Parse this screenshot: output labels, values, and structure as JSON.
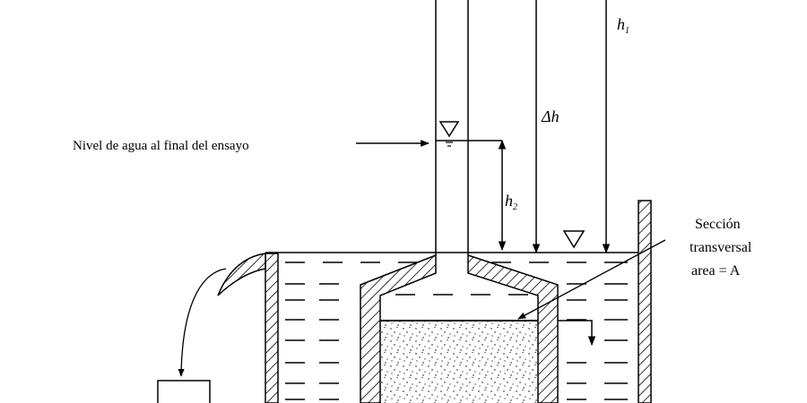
{
  "labels": {
    "water_level_final": "Nivel de agua al final del ensayo",
    "section_line1": "Sección",
    "section_line2": "transversal",
    "section_line3": "area = A",
    "delta_h": "Δh",
    "h1_base": "h",
    "h1_sub": "1",
    "h2_base": "h",
    "h2_sub": "2"
  },
  "colors": {
    "ink": "#000000",
    "paper": "#ffffff"
  },
  "icons": {
    "water_surface_marker": "inverted-triangle",
    "arrow": "arrowhead"
  }
}
